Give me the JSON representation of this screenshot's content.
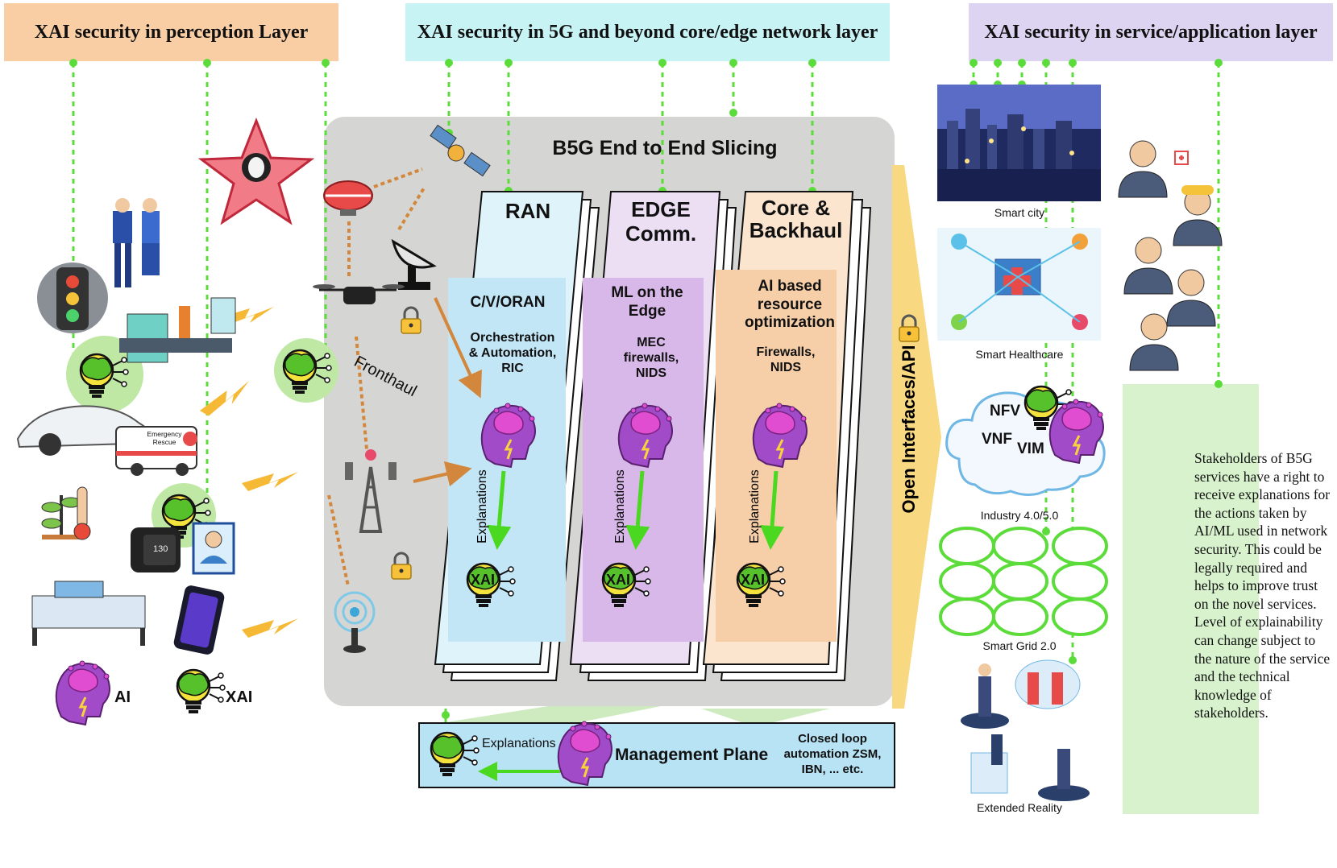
{
  "headers": {
    "perception": "XAI security in perception Layer",
    "network": "XAI security in 5G and beyond core/edge network layer",
    "service": "XAI security in service/application layer"
  },
  "network_box": {
    "title": "B5G End to End Slicing",
    "fronthaul": "Fronthaul",
    "open_interfaces": "Open Interfaces/API"
  },
  "slices": [
    {
      "title": "RAN",
      "inner_title": "C/V/ORAN",
      "inner_sub": "Orchestration & Automation, RIC",
      "explanations": "Explanations"
    },
    {
      "title": "EDGE Comm.",
      "inner_title": "ML on the Edge",
      "inner_sub": "MEC firewalls, NIDS",
      "explanations": "Explanations"
    },
    {
      "title": "Core & Backhaul",
      "inner_title": "AI based resource optimization",
      "inner_sub": "Firewalls, NIDS",
      "explanations": "Explanations"
    }
  ],
  "management": {
    "explanations": "Explanations",
    "title": "Management Plane",
    "closed_loop": "Closed loop automation ZSM, IBN, ... etc."
  },
  "perception_devices": {
    "ambulance": "Emergency Rescue",
    "watch_reading": "130"
  },
  "legend": {
    "ai": "AI",
    "xai": "XAI"
  },
  "badge_xai": "XAI",
  "services": {
    "smart_city": "Smart city",
    "smart_healthcare": "Smart Healthcare",
    "nfv": "NFV",
    "vnf": "VNF",
    "vim": "VIM",
    "industry": "Industry 4.0/5.0",
    "smart_grid": "Smart Grid 2.0",
    "extended_reality": "Extended Reality"
  },
  "stakeholders_text": "Stakeholders of B5G services have a right to receive explanations for the actions taken by AI/ML used in network security. This could be legally required and helps to improve trust on the novel services. Level of explainability can change subject to the nature of the service and the technical knowledge of stakeholders.",
  "colors": {
    "perception_header": "#f9cea5",
    "network_header": "#c8f3f5",
    "service_header": "#dcd4f0",
    "network_bg": "#d5d6d3",
    "ran_slice": "#dff3fb",
    "ran_inner": "#c3e6f7",
    "edge_slice": "#ecdff4",
    "edge_inner": "#d8b8e8",
    "core_slice": "#fbe5cf",
    "core_inner": "#f6cfa8",
    "management": "#b7e3f4",
    "stakeholder_box": "#d7f2cd",
    "dashed_line": "#5cdc3a",
    "arrow_orange": "#d2873c",
    "explanation_arrow": "#4bd820",
    "lightning": "#f6b935"
  }
}
